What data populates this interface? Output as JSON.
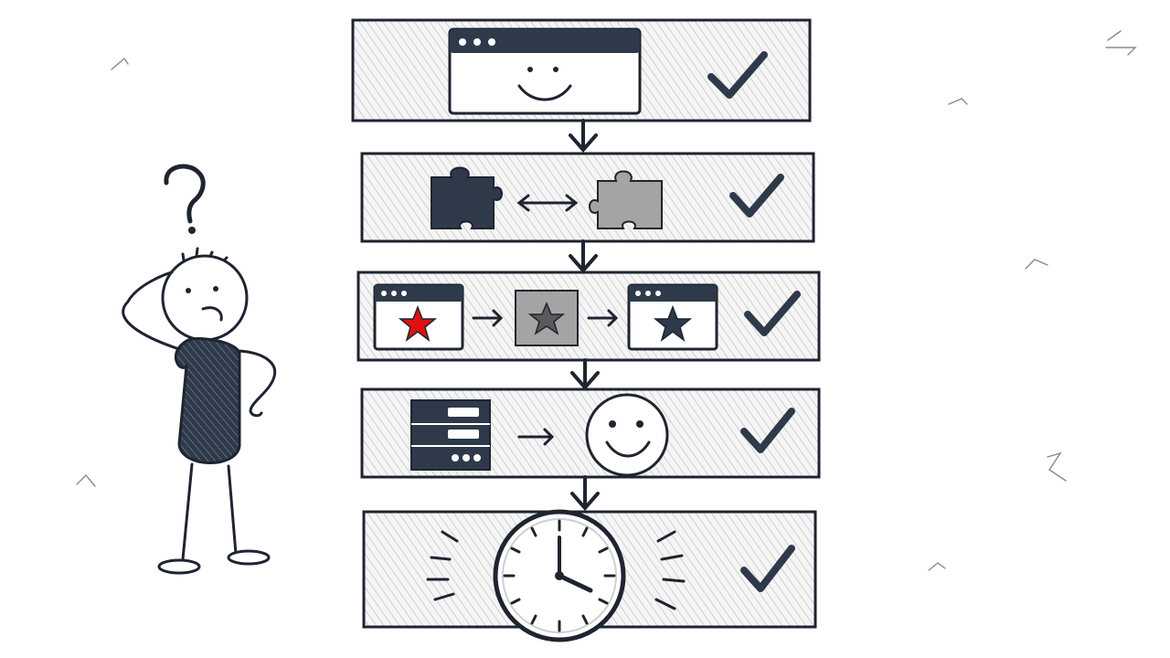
{
  "colors": {
    "ink": "#1e2430",
    "navy": "#2e3a4a",
    "gray": "#a4a4a4",
    "hatch": "#d0d0d0",
    "panel": "#f5f5f5",
    "red": "#e01010",
    "white": "#ffffff"
  },
  "icons": {
    "person": "stick-figure-scratching-head",
    "question": "question-mark",
    "check": "check-mark",
    "step1": "smiling-browser-window",
    "step2": "puzzle-pieces-swap",
    "step3": "starred-window-transfer",
    "step4": "server-to-smiley",
    "step5": "clock-ticking"
  },
  "steps": [
    {
      "id": "window-smiley",
      "done": true
    },
    {
      "id": "puzzle-swap",
      "done": true
    },
    {
      "id": "star-transfer",
      "done": true
    },
    {
      "id": "server-smiley",
      "done": true
    },
    {
      "id": "clock",
      "done": true
    }
  ]
}
